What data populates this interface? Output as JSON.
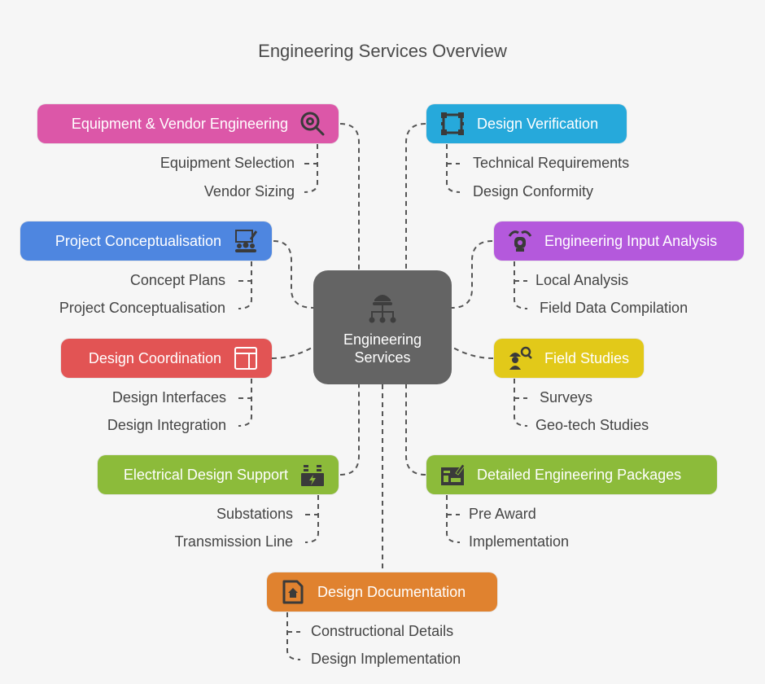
{
  "title": "Engineering Services Overview",
  "center": {
    "label_line1": "Engineering",
    "label_line2": "Services",
    "icon": "hardhat-hierarchy-icon",
    "color": "#646464"
  },
  "branches": [
    {
      "label": "Equipment & Vendor Engineering",
      "icon": "gear-search-icon",
      "color": "#dc57a8",
      "items": [
        "Equipment Selection",
        "Vendor Sizing"
      ]
    },
    {
      "label": "Design Verification",
      "icon": "selection-frame-icon",
      "color": "#26a9db",
      "items": [
        "Technical Requirements",
        "Design Conformity"
      ]
    },
    {
      "label": "Project Conceptualisation",
      "icon": "presentation-team-icon",
      "color": "#4e86e0",
      "items": [
        "Concept Plans",
        "Project Conceptualisation"
      ]
    },
    {
      "label": "Engineering Input Analysis",
      "icon": "robot-signal-icon",
      "color": "#b459dc",
      "items": [
        "Local Analysis",
        "Field Data Compilation"
      ]
    },
    {
      "label": "Design Coordination",
      "icon": "layout-icon",
      "color": "#e25454",
      "items": [
        "Design Interfaces",
        "Design Integration"
      ]
    },
    {
      "label": "Field Studies",
      "icon": "worker-search-icon",
      "color": "#e2c919",
      "items": [
        "Surveys",
        "Geo-tech Studies"
      ]
    },
    {
      "label": "Electrical Design Support",
      "icon": "power-plant-icon",
      "color": "#8cbb3a",
      "items": [
        "Substations",
        "Transmission Line"
      ]
    },
    {
      "label": "Detailed Engineering Packages",
      "icon": "blueprint-edit-icon",
      "color": "#8cbb3a",
      "items": [
        "Pre Award",
        "Implementation"
      ]
    },
    {
      "label": "Design Documentation",
      "icon": "home-document-icon",
      "color": "#e0822f",
      "items": [
        "Constructional Details",
        "Design Implementation"
      ]
    }
  ]
}
